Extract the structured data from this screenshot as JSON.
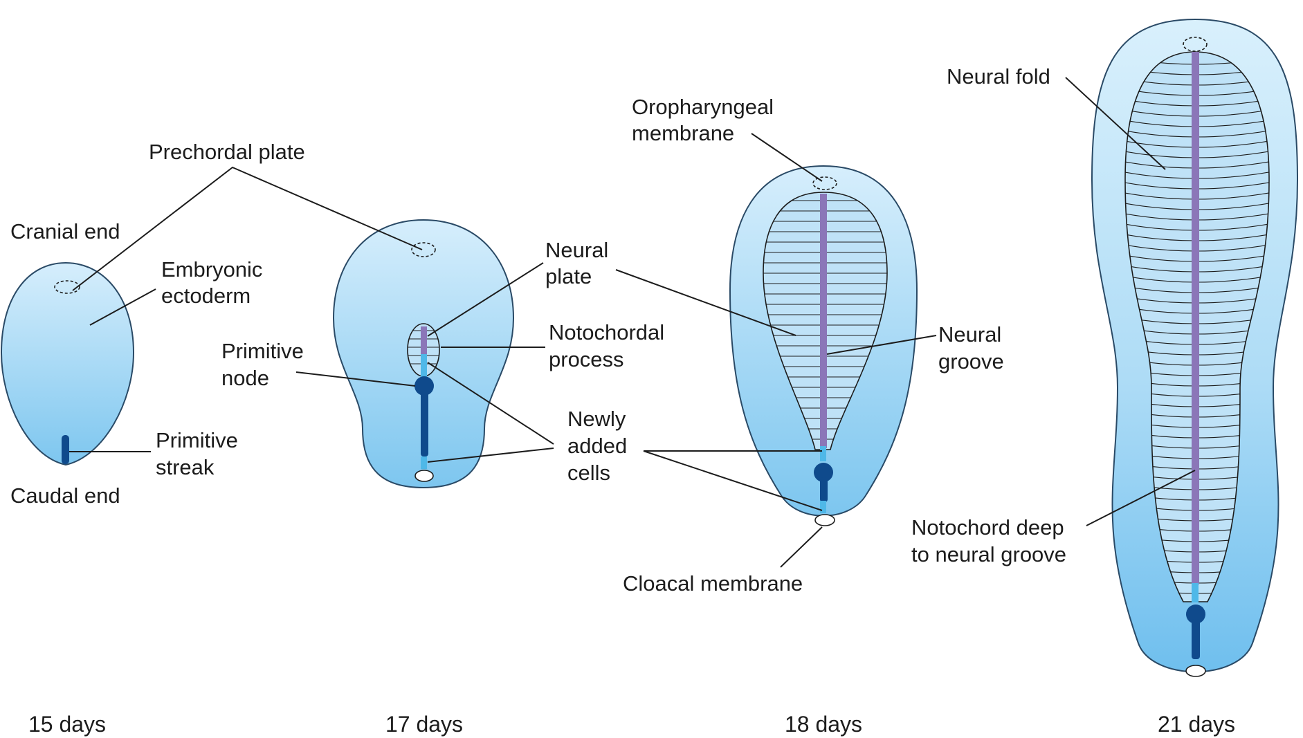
{
  "figure": {
    "stages": [
      {
        "label": "15 days"
      },
      {
        "label": "17 days"
      },
      {
        "label": "18 days"
      },
      {
        "label": "21 days"
      }
    ],
    "labels": {
      "prechordal_plate": "Prechordal plate",
      "cranial_end": "Cranial end",
      "embryonic_ectoderm_1": "Embryonic",
      "embryonic_ectoderm_2": "ectoderm",
      "primitive_node_1": "Primitive",
      "primitive_node_2": "node",
      "primitive_streak_1": "Primitive",
      "primitive_streak_2": "streak",
      "caudal_end": "Caudal end",
      "neural_plate_1": "Neural",
      "neural_plate_2": "plate",
      "notochordal_process_1": "Notochordal",
      "notochordal_process_2": "process",
      "newly_added_cells_1": "Newly",
      "newly_added_cells_2": "added",
      "newly_added_cells_3": "cells",
      "oropharyngeal_membrane_1": "Oropharyngeal",
      "oropharyngeal_membrane_2": "membrane",
      "neural_groove_1": "Neural",
      "neural_groove_2": "groove",
      "cloacal_membrane": "Cloacal membrane",
      "neural_fold": "Neural fold",
      "notochord_deep_1": "Notochord deep",
      "notochord_deep_2": "to neural groove"
    },
    "colors": {
      "embryo_light": "#d6eefc",
      "embryo_dark": "#7dc6ef",
      "plate_fill": "#bfe2f7",
      "notochord": "#8b76b8",
      "newly_added": "#4fb8e8",
      "primitive_node": "#0f4a8c",
      "primitive_streak": "#0f4a8c"
    }
  }
}
